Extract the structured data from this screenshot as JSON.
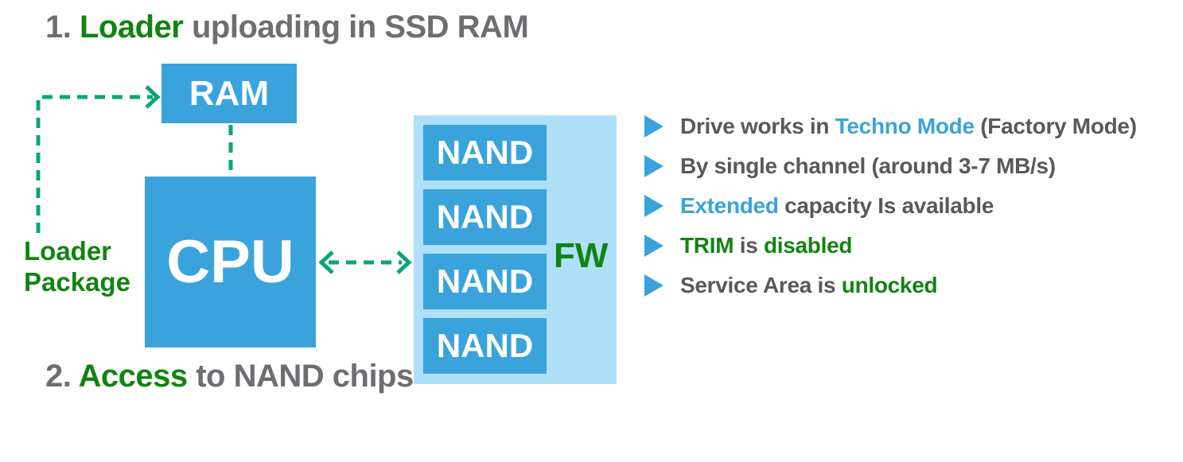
{
  "colors": {
    "box-blue": "#3AA3DC",
    "container-blue": "#AEE0FA",
    "title-gray": "#6D6E71",
    "body-gray": "#58595B",
    "accent-blue": "#3AA3DC",
    "accent-green": "#128312",
    "arrow-green": "#0BA57A"
  },
  "step1": {
    "number": "1. ",
    "highlight": "Loader",
    "rest": " uploading in SSD RAM"
  },
  "step2": {
    "number": "2. ",
    "highlight": "Access",
    "rest": " to NAND chips"
  },
  "diagram": {
    "ram_label": "RAM",
    "cpu_label": "CPU",
    "fw_label": "FW",
    "loader_package": {
      "line1": "Loader",
      "line2": "Package"
    },
    "nand_chips": [
      "NAND",
      "NAND",
      "NAND",
      "NAND"
    ]
  },
  "bullets": [
    {
      "segments": [
        {
          "text": "Drive works in ",
          "color": "gray"
        },
        {
          "text": "Techno Mode",
          "color": "blue"
        },
        {
          "text": " (Factory Mode)",
          "color": "gray"
        }
      ]
    },
    {
      "segments": [
        {
          "text": "By single channel (around 3-7 MB/s)",
          "color": "gray"
        }
      ]
    },
    {
      "segments": [
        {
          "text": "Extended",
          "color": "blue"
        },
        {
          "text": " capacity Is available",
          "color": "gray"
        }
      ]
    },
    {
      "segments": [
        {
          "text": "TRIM",
          "color": "green"
        },
        {
          "text": " is ",
          "color": "gray"
        },
        {
          "text": "disabled",
          "color": "green"
        }
      ]
    },
    {
      "segments": [
        {
          "text": "Service Area is ",
          "color": "gray"
        },
        {
          "text": "unlocked",
          "color": "green"
        }
      ]
    }
  ]
}
